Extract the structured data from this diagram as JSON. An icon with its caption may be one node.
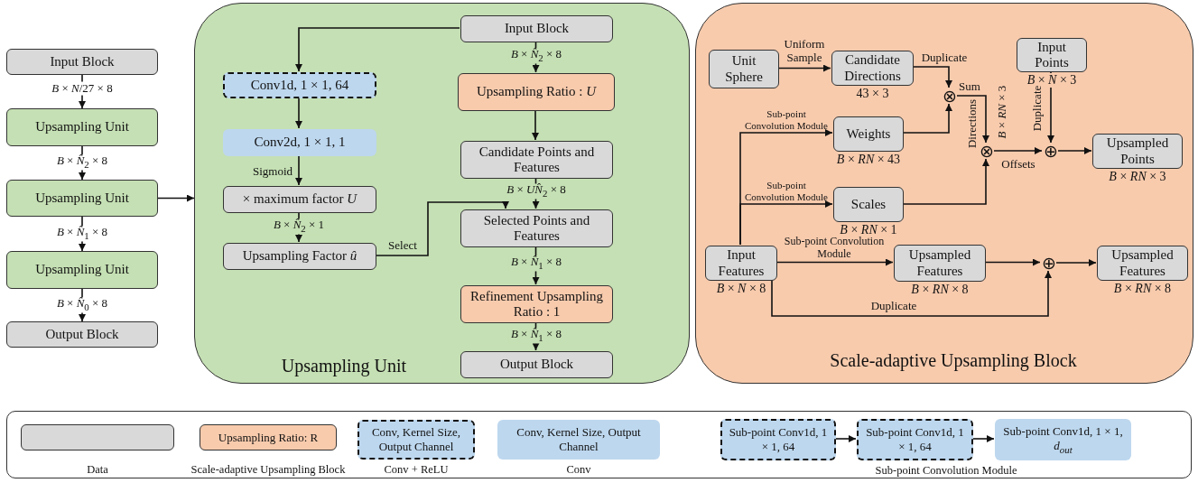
{
  "diagram": {
    "nodes": [
      {
        "text": [
          "Input Block"
        ]
      },
      {
        "text": [
          "Upsampling Unit"
        ]
      },
      {
        "text": [
          "Upsampling Unit"
        ]
      },
      {
        "text": [
          "Upsampling Unit"
        ]
      },
      {
        "text": [
          "Output Block"
        ]
      },
      {
        "text": [
          "Upsampling Unit"
        ]
      },
      {
        "text": [
          "Input Block"
        ],
        "in": 5
      },
      {
        "text": [
          "Conv1d, 1 × 1, 64"
        ],
        "in": 5
      },
      {
        "text": [
          "Conv2d, 1 × 1, 1"
        ],
        "in": 5
      },
      {
        "text": [
          "× maximum factor *U*"
        ],
        "in": 5
      },
      {
        "text": [
          "Upsampling Factor *û*"
        ],
        "in": 5
      },
      {
        "text": [
          "Upsampling Ratio : *U*"
        ],
        "in": 5
      },
      {
        "text": [
          "Candidate Points and Features"
        ],
        "in": 5
      },
      {
        "text": [
          "Selected Points and Features"
        ],
        "in": 5
      },
      {
        "text": [
          "Refinement Upsampling Ratio : 1"
        ],
        "in": 5
      },
      {
        "text": [
          "Output Block"
        ],
        "in": 5
      },
      {
        "text": [
          "Scale-adaptive Upsampling Block"
        ]
      },
      {
        "text": [
          "Unit Sphere"
        ],
        "in": 16
      },
      {
        "text": [
          "Candidate Directions"
        ],
        "beside": [
          "43 × 3"
        ],
        "in": 16
      },
      {
        "text": [
          "Input Points"
        ],
        "beside": [
          "*B* × *N* × 3"
        ],
        "in": 16
      },
      {
        "text": [
          "⊗"
        ],
        "in": 16
      },
      {
        "text": [
          "Weights"
        ],
        "beside": [
          "*B* × *RN* × 43"
        ],
        "in": 16
      },
      {
        "text": [
          "⊗"
        ],
        "in": 16
      },
      {
        "text": [
          "⊕"
        ],
        "in": 16
      },
      {
        "text": [
          "Upsampled Points"
        ],
        "beside": [
          "*B* × *RN* × 3"
        ],
        "in": 16
      },
      {
        "text": [
          "Scales"
        ],
        "beside": [
          "*B* × *RN* × 1"
        ],
        "in": 16
      },
      {
        "text": [
          "Input Features"
        ],
        "beside": [
          "*B* × *N* × 8"
        ],
        "in": 16
      },
      {
        "text": [
          "Upsampled Features"
        ],
        "beside": [
          "*B* × *RN* × 8"
        ],
        "in": 16
      },
      {
        "text": [
          "⊕"
        ],
        "in": 16
      },
      {
        "text": [
          "Upsampled Features"
        ],
        "beside": [
          "*B* × *RN* × 8"
        ],
        "in": 16
      },
      {
        "text": [],
        "shape": "box"
      },
      {
        "text": [],
        "shape": "box",
        "beside": [
          "Data"
        ],
        "in": 30
      },
      {
        "text": [
          "Upsampling Ratio: R"
        ],
        "beside": [
          "Scale-adaptive Upsampling Block"
        ],
        "in": 30
      },
      {
        "text": [
          "Conv, Kernel Size, Output Channel"
        ],
        "beside": [
          "Conv + ReLU"
        ],
        "in": 30
      },
      {
        "text": [
          "Conv, Kernel Size, Output Channel"
        ],
        "beside": [
          "Conv"
        ],
        "in": 30
      },
      {
        "text": [
          "Sub-point Conv1d, 1 × 1, 64"
        ],
        "in": 30
      },
      {
        "text": [
          "Sub-point Conv1d, 1 × 1, 64"
        ],
        "in": 30
      },
      {
        "text": [
          "Sub-point Conv1d, 1 × 1, *d*$_{out}$"
        ],
        "in": 30
      }
    ],
    "edges": [
      {
        "from": 0,
        "to": 1,
        "arrow": "to",
        "label": "*B* × *N*/27 × 8"
      },
      {
        "from": 1,
        "to": 2,
        "arrow": "to",
        "label": "*B* × *N̂*$_{2}$ × 8"
      },
      {
        "from": 2,
        "to": 3,
        "arrow": "to",
        "label": "*B* × *N̂*$_{1}$ × 8"
      },
      {
        "from": 3,
        "to": 4,
        "arrow": "to",
        "label": "*B* × *N̂*$_{0}$ × 8"
      },
      {
        "from": 2,
        "to": 5,
        "arrow": "to"
      },
      {
        "from": 6,
        "to": 7,
        "arrow": "to"
      },
      {
        "from": 7,
        "to": 8,
        "arrow": "to"
      },
      {
        "from": 8,
        "to": 9,
        "arrow": "to",
        "label": "Sigmoid"
      },
      {
        "from": 9,
        "to": 10,
        "arrow": "to",
        "label": "*B* × *N̂*$_{2}$ × 1"
      },
      {
        "from": 6,
        "to": 11,
        "arrow": "to",
        "label": "*B* × *N̂*$_{2}$ × 8"
      },
      {
        "from": 11,
        "to": 12,
        "arrow": "to"
      },
      {
        "from": 12,
        "to": 13,
        "arrow": "to",
        "label": "*B* × *UN̂*$_{2}$ × 8"
      },
      {
        "from": 10,
        "to": 13,
        "arrow": "to",
        "label": "Select"
      },
      {
        "from": 13,
        "to": 14,
        "arrow": "to",
        "label": "*B* × *N̂*$_{1}$ × 8"
      },
      {
        "from": 14,
        "to": 15,
        "arrow": "to",
        "label": "*B* × *N̂*$_{1}$ × 8"
      },
      {
        "from": 17,
        "to": 18,
        "arrow": "to",
        "label": "Uniform Sample"
      },
      {
        "from": 18,
        "to": 20,
        "arrow": "to",
        "label": "Duplicate"
      },
      {
        "from": 21,
        "to": 20,
        "arrow": "to"
      },
      {
        "from": 20,
        "to": 22,
        "arrow": "to",
        "label": "Sum"
      },
      {
        "from": 25,
        "to": 22,
        "arrow": "to"
      },
      {
        "from": 22,
        "to": 23,
        "arrow": "to",
        "label": "Offsets"
      },
      {
        "from": 19,
        "to": 23,
        "arrow": "to",
        "label": "Duplicate"
      },
      {
        "from": 23,
        "to": 24,
        "arrow": "to"
      },
      {
        "from": 26,
        "to": 21,
        "arrow": "to",
        "label": "Sub-point Convolution Module"
      },
      {
        "from": 26,
        "to": 25,
        "arrow": "to",
        "label": "Sub-point Convolution Module"
      },
      {
        "from": 26,
        "to": 27,
        "arrow": "to",
        "label": "Sub-point Convolution Module"
      },
      {
        "from": 27,
        "to": 28,
        "arrow": "to"
      },
      {
        "from": 28,
        "to": 29,
        "arrow": "to"
      },
      {
        "from": 26,
        "to": 28,
        "arrow": "to",
        "label": "Duplicate"
      },
      {
        "from": 35,
        "to": 36,
        "arrow": "to"
      },
      {
        "from": 36,
        "to": 37,
        "arrow": "to"
      }
    ],
    "labels": [
      "Directions",
      "*B* × *RN* × 3",
      "Sub-point Convolution Module"
    ]
  }
}
